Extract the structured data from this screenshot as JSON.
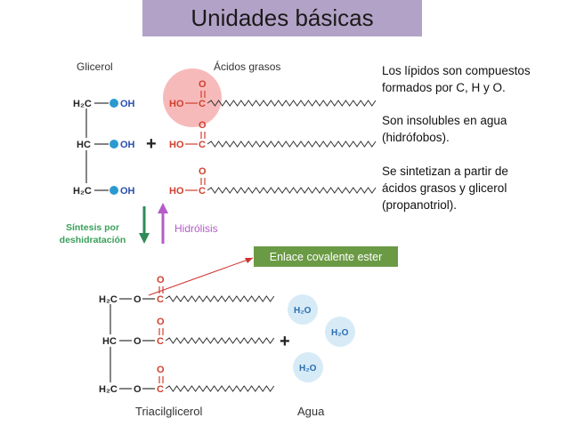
{
  "title": "Unidades básicas",
  "description": {
    "p1": [
      "Los lípidos son compuestos",
      "formados por C, H y O."
    ],
    "p2": [
      "Son insolubles en agua",
      "(hidrófobos)."
    ],
    "p3": [
      "Se sintetizan a partir de",
      "ácidos grasos y glicerol",
      "(propanotriol)."
    ]
  },
  "labels": {
    "glicerol": "Glicerol",
    "acidos": "Ácidos grasos",
    "sintesis": [
      "Síntesis por",
      "deshidratación"
    ],
    "hidrolisis": "Hidrólisis",
    "enlace": "Enlace covalente ester",
    "triacilglicerol": "Triacilglicerol",
    "agua": "Agua"
  },
  "chem": {
    "h2c": "H₂C",
    "hc": "HC",
    "oh": "OH",
    "ho": "HO",
    "o": "O",
    "c": "C",
    "h2o": "H₂O",
    "plus": "+"
  },
  "colors": {
    "title_bg": "#b3a2c7",
    "enlace_bg": "#6b9a45",
    "synthesis_arrow": "#2e8b57",
    "hydrolysis_arrow": "#b45cc8",
    "oxygen_text": "#d0402e",
    "hydrogen_text": "#2a4fb0",
    "highlight_circle": "#f4a3a3",
    "water_bubble": "#d7ebf7"
  }
}
